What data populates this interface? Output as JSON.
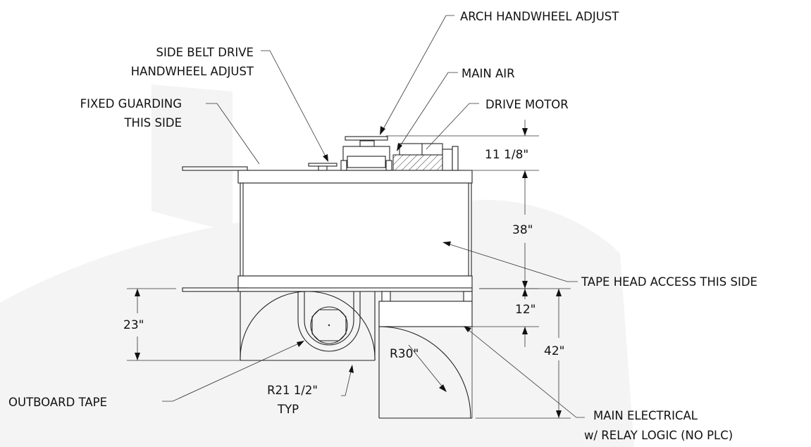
{
  "labels": {
    "arch_handwheel": "ARCH HANDWHEEL ADJUST",
    "side_belt_line1": "SIDE BELT DRIVE",
    "side_belt_line2": "HANDWHEEL ADJUST",
    "main_air": "MAIN AIR",
    "fixed_guarding_line1": "FIXED GUARDING",
    "fixed_guarding_line2": "THIS SIDE",
    "drive_motor": "DRIVE MOTOR",
    "tape_head_access": "TAPE HEAD ACCESS THIS SIDE",
    "outboard_tape": "OUTBOARD TAPE",
    "radius_21_line1": "R21 1/2\"",
    "radius_21_line2": "TYP",
    "main_electrical_line1": "MAIN ELECTRICAL",
    "main_electrical_line2": "w/ RELAY LOGIC (NO PLC)"
  },
  "dimensions": {
    "top_height": "11 1/8\"",
    "frame_height": "38\"",
    "lower_clearance": "12\"",
    "overall_right": "42\"",
    "left_drop": "23\"",
    "door_radius": "R30\""
  }
}
